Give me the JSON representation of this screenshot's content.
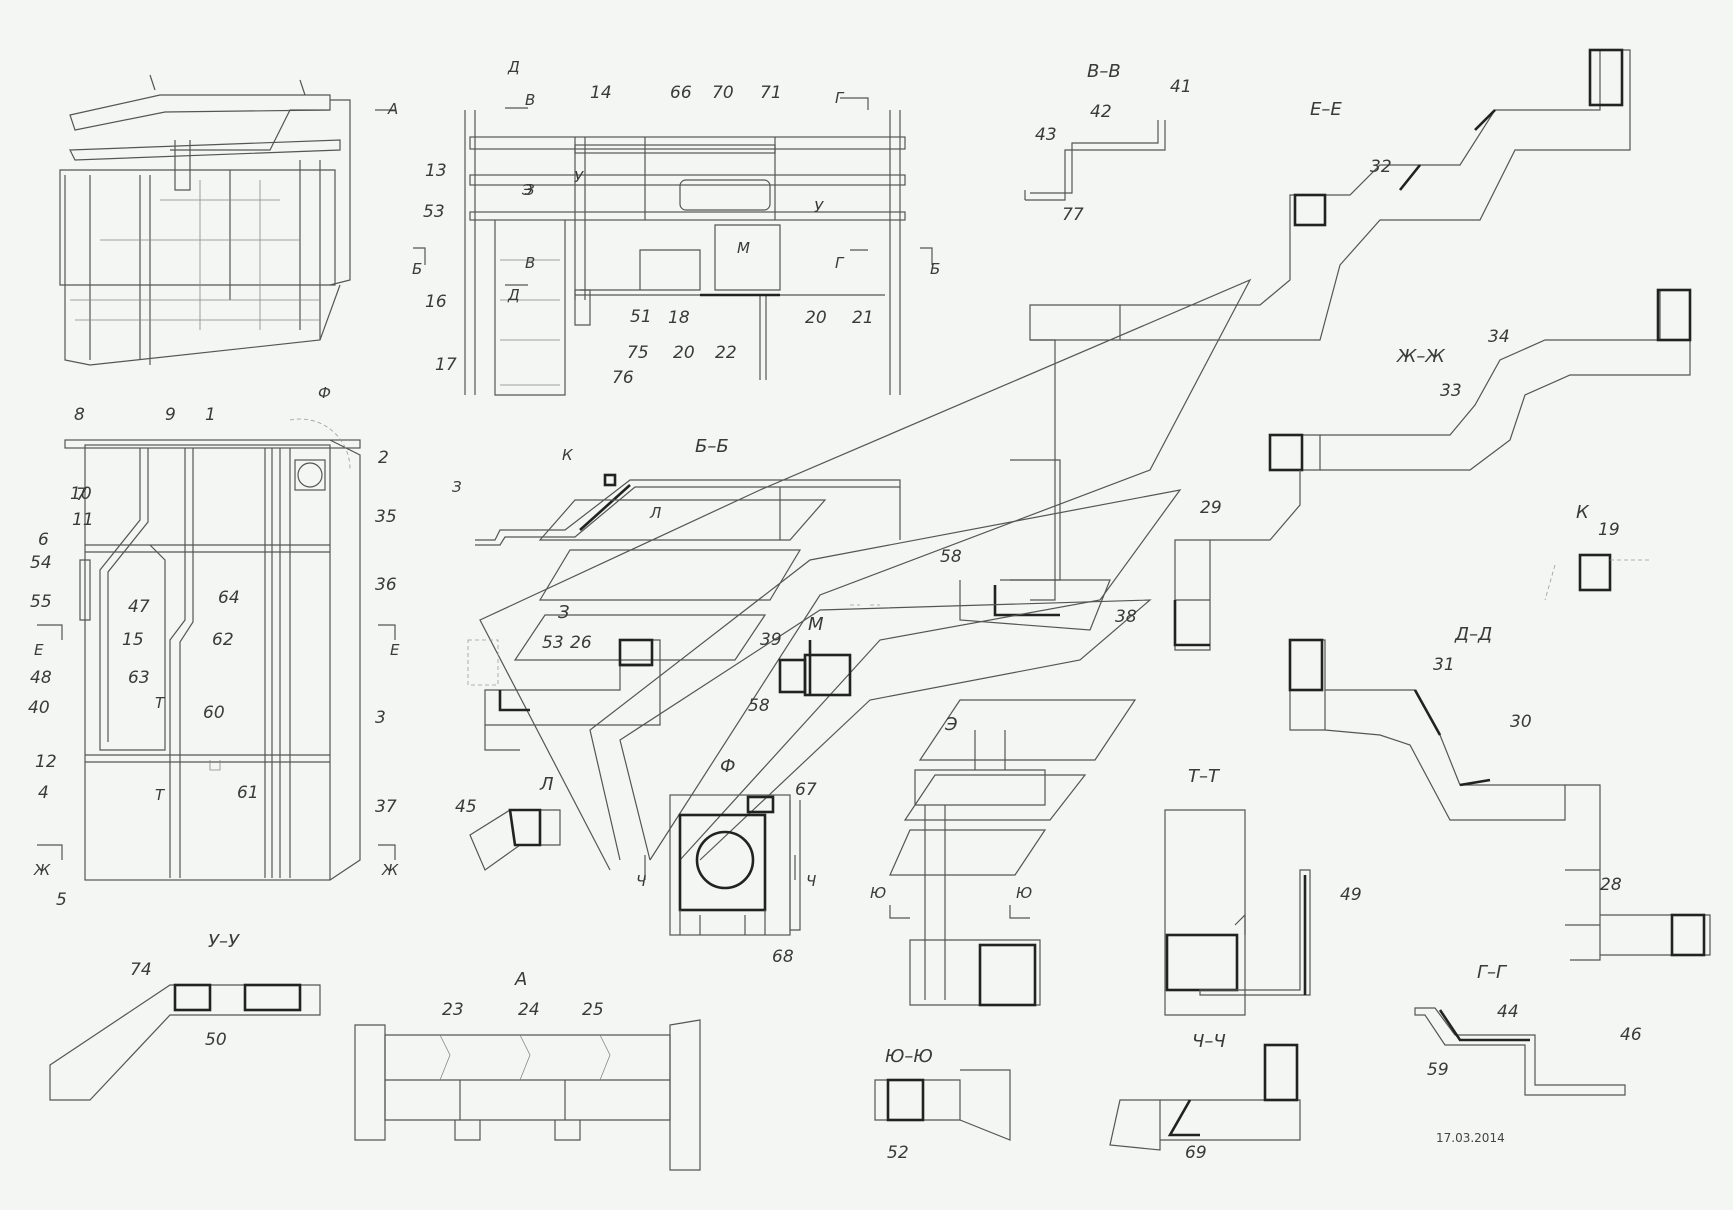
{
  "callouts": [
    "1",
    "2",
    "3",
    "4",
    "5",
    "6",
    "7",
    "8",
    "9",
    "10",
    "11",
    "12",
    "13",
    "14",
    "15",
    "16",
    "17",
    "18",
    "19",
    "20",
    "20",
    "21",
    "22",
    "23",
    "24",
    "25",
    "26",
    "28",
    "29",
    "30",
    "31",
    "32",
    "33",
    "34",
    "35",
    "36",
    "37",
    "38",
    "39",
    "40",
    "41",
    "42",
    "43",
    "44",
    "45",
    "46",
    "47",
    "48",
    "49",
    "50",
    "51",
    "52",
    "53",
    "53",
    "54",
    "55",
    "58",
    "58",
    "59",
    "60",
    "61",
    "62",
    "63",
    "64",
    "66",
    "67",
    "68",
    "69",
    "70",
    "71",
    "74",
    "75",
    "76",
    "77"
  ],
  "section_titles": {
    "bb": "Б–Б",
    "vv": "В–В",
    "ee": "Е–Е",
    "zhzh": "Ж–Ж",
    "k1": "К",
    "dd": "Д–Д",
    "tt": "Т–Т",
    "gg": "Г–Г",
    "uu": "У–У",
    "yuyu": "Ю–Ю",
    "chch": "Ч–Ч",
    "a": "А",
    "l": "Л",
    "m": "М",
    "f": "Ф",
    "e": "Э",
    "z": "З"
  },
  "cut_marks": [
    "А",
    "Б",
    "Б",
    "В",
    "В",
    "Г",
    "Г",
    "Д",
    "Д",
    "У",
    "У",
    "Е",
    "Е",
    "Ж",
    "Ж",
    "Т",
    "Т",
    "Ч",
    "Ч",
    "Ю",
    "Ю",
    "З",
    "З",
    "Э",
    "Л",
    "М",
    "Ф",
    "К"
  ],
  "date": "17.03.2014"
}
